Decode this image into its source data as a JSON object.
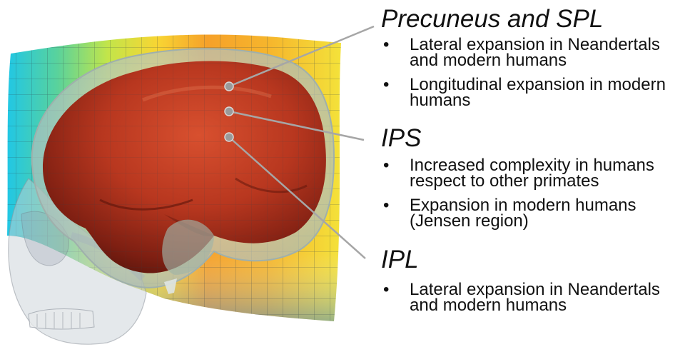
{
  "regions": [
    {
      "title": "Precuneus and SPL",
      "bullets": [
        [
          "Lateral expansion in Neandertals",
          "and modern humans"
        ],
        [
          "Longitudinal expansion in modern",
          "humans"
        ]
      ]
    },
    {
      "title": "IPS",
      "bullets": [
        [
          "Increased complexity in humans",
          "respect to other primates"
        ],
        [
          "Expansion in modern humans",
          "(Jensen region)"
        ]
      ]
    },
    {
      "title": "IPL",
      "bullets": [
        [
          "Lateral expansion in Neandertals",
          "and modern humans"
        ]
      ]
    }
  ]
}
